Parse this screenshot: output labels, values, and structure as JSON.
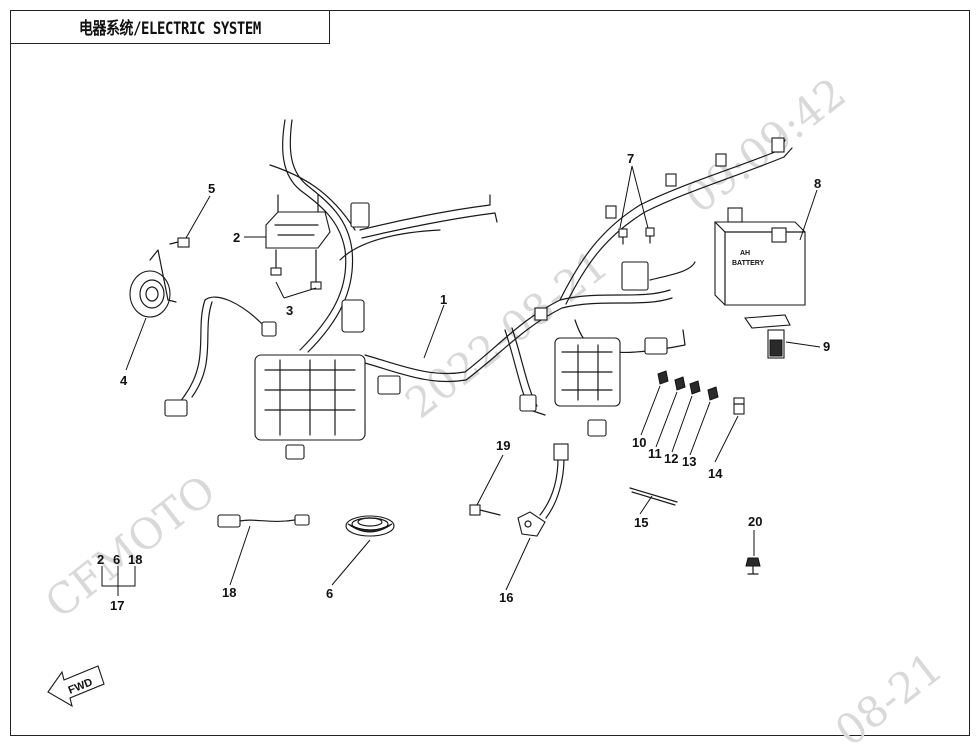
{
  "title": "电器系统/ELECTRIC SYSTEM",
  "watermark": {
    "brand": "CFMOTO",
    "date_fragment_1": "2022-08-21",
    "time": "09:09:42",
    "date_fragment_2": "08-21"
  },
  "fwd_label": "FWD",
  "battery_label_1": "AH",
  "battery_label_2": "BATTERY",
  "callouts": [
    {
      "id": "c1",
      "label": "1"
    },
    {
      "id": "c2",
      "label": "2"
    },
    {
      "id": "c3",
      "label": "3"
    },
    {
      "id": "c4",
      "label": "4"
    },
    {
      "id": "c5",
      "label": "5"
    },
    {
      "id": "c6",
      "label": "6"
    },
    {
      "id": "c7",
      "label": "7"
    },
    {
      "id": "c8",
      "label": "8"
    },
    {
      "id": "c9",
      "label": "9"
    },
    {
      "id": "c10",
      "label": "10"
    },
    {
      "id": "c11",
      "label": "11"
    },
    {
      "id": "c12",
      "label": "12"
    },
    {
      "id": "c13",
      "label": "13"
    },
    {
      "id": "c14",
      "label": "14"
    },
    {
      "id": "c15",
      "label": "15"
    },
    {
      "id": "c16",
      "label": "16"
    },
    {
      "id": "c17",
      "label": "17"
    },
    {
      "id": "c18",
      "label": "18"
    },
    {
      "id": "c19",
      "label": "19"
    },
    {
      "id": "c20",
      "label": "20"
    },
    {
      "id": "c17a",
      "label": "2"
    },
    {
      "id": "c17b",
      "label": "6"
    },
    {
      "id": "c17c",
      "label": "18"
    }
  ]
}
